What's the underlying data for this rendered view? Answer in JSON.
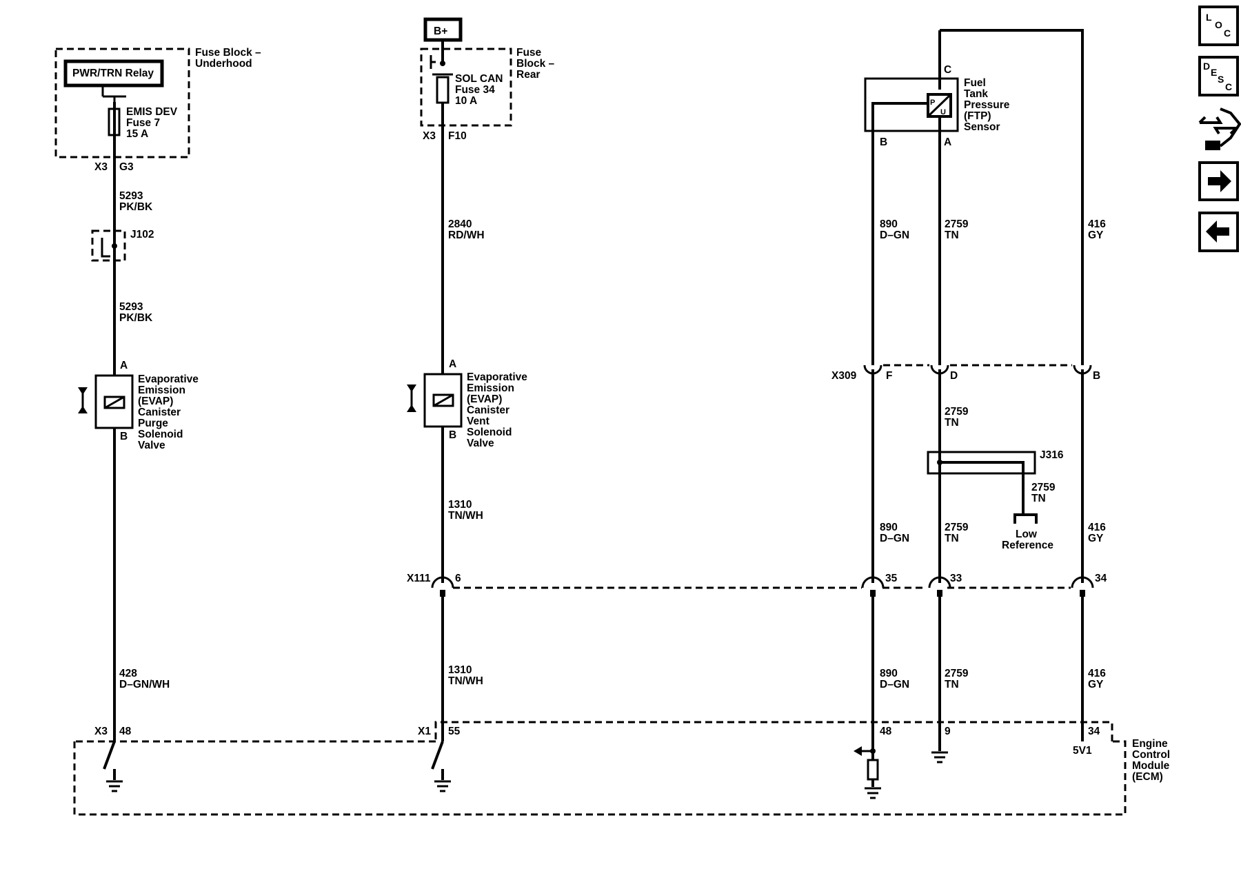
{
  "fuse_block_underhood": {
    "title_line1": "Fuse Block –",
    "title_line2": "Underhood"
  },
  "relay": {
    "label": "PWR/TRN Relay"
  },
  "fuse7": {
    "line1": "EMIS DEV",
    "line2": "Fuse 7",
    "line3": "15 A"
  },
  "conn_x3_g3": {
    "conn": "X3",
    "pin": "G3"
  },
  "wire_5293_a": {
    "num": "5293",
    "color": "PK/BK"
  },
  "splice_j102": {
    "label": "J102"
  },
  "wire_5293_b": {
    "num": "5293",
    "color": "PK/BK"
  },
  "purge_valve": {
    "pin_a": "A",
    "pin_b": "B",
    "lines": [
      "Evaporative",
      "Emission",
      "(EVAP)",
      "Canister",
      "Purge",
      "Solenoid",
      "Valve"
    ]
  },
  "wire_428": {
    "num": "428",
    "color": "D–GN/WH"
  },
  "conn_x3_48": {
    "conn": "X3",
    "pin": "48"
  },
  "bplus": {
    "label": "B+"
  },
  "fuse_block_rear": {
    "line1": "Fuse",
    "line2": "Block –",
    "line3": "Rear"
  },
  "fuse34": {
    "line1": "SOL CAN",
    "line2": "Fuse 34",
    "line3": "10 A"
  },
  "conn_x3_f10": {
    "conn": "X3",
    "pin": "F10"
  },
  "wire_2840": {
    "num": "2840",
    "color": "RD/WH"
  },
  "vent_valve": {
    "pin_a": "A",
    "pin_b": "B",
    "lines": [
      "Evaporative",
      "Emission",
      "(EVAP)",
      "Canister",
      "Vent",
      "Solenoid",
      "Valve"
    ]
  },
  "wire_1310_a": {
    "num": "1310",
    "color": "TN/WH"
  },
  "conn_x111": {
    "conn": "X111",
    "pin6": "6",
    "pin35": "35",
    "pin33": "33",
    "pin34": "34"
  },
  "wire_1310_b": {
    "num": "1310",
    "color": "TN/WH"
  },
  "conn_x1_55": {
    "conn": "X1",
    "pin": "55"
  },
  "ftp_sensor": {
    "pin_c": "C",
    "pin_b": "B",
    "pin_a": "A",
    "lines": [
      "Fuel",
      "Tank",
      "Pressure",
      "(FTP)",
      "Sensor"
    ]
  },
  "wire_890_a": {
    "num": "890",
    "color": "D–GN"
  },
  "wire_2759_a": {
    "num": "2759",
    "color": "TN"
  },
  "wire_416_a": {
    "num": "416",
    "color": "GY"
  },
  "conn_x309": {
    "conn": "X309",
    "pin_f": "F",
    "pin_d": "D",
    "pin_b": "B"
  },
  "wire_2759_b": {
    "num": "2759",
    "color": "TN"
  },
  "splice_j316": {
    "label": "J316"
  },
  "wire_2759_c": {
    "num": "2759",
    "color": "TN"
  },
  "low_ref": {
    "line1": "Low",
    "line2": "Reference"
  },
  "wire_890_b": {
    "num": "890",
    "color": "D–GN"
  },
  "wire_2759_d": {
    "num": "2759",
    "color": "TN"
  },
  "wire_416_b": {
    "num": "416",
    "color": "GY"
  },
  "wire_890_c": {
    "num": "890",
    "color": "D–GN"
  },
  "wire_2759_e": {
    "num": "2759",
    "color": "TN"
  },
  "wire_416_c": {
    "num": "416",
    "color": "GY"
  },
  "ecm_pins": {
    "p48": "48",
    "p9": "9",
    "p34": "34",
    "v5v1": "5V1"
  },
  "ecm": {
    "line1": "Engine",
    "line2": "Control",
    "line3": "Module",
    "line4": "(ECM)"
  },
  "nav": {
    "loc": {
      "l1": "L",
      "l2": "O",
      "l3": "C"
    },
    "desc": {
      "l1": "D",
      "l2": "E",
      "l3": "S",
      "l4": "C"
    },
    "icons": [
      "connector-icon",
      "arrow-right-icon",
      "arrow-left-icon"
    ]
  }
}
